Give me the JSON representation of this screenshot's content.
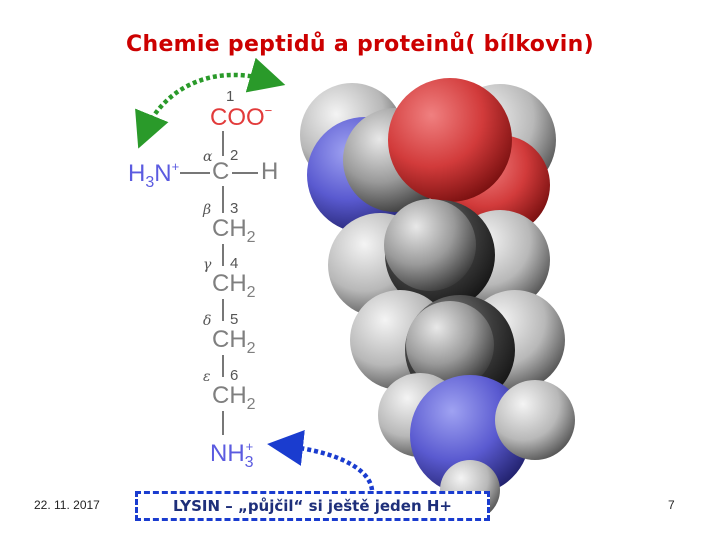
{
  "title": "Chemie peptidů a proteinů( bílkovin)",
  "footer": {
    "date": "22. 11. 2017",
    "page_number": "7"
  },
  "caption": "LYSIN – „půjčil“ si ještě jeden H+",
  "formula": {
    "carboxyl": "COO",
    "carboxyl_charge": "−",
    "amine_h": "H",
    "amine_sub": "3",
    "amine_n": "N",
    "amine_charge": "+",
    "alpha_c": "C",
    "alpha_h": "H",
    "ch": "CH",
    "ch_sub": "2",
    "terminal_nh": "NH",
    "terminal_sub": "3",
    "terminal_charge": "+",
    "numbers": [
      "1",
      "2",
      "3",
      "4",
      "5",
      "6"
    ],
    "greek": [
      "α",
      "β",
      "γ",
      "δ",
      "ε"
    ]
  },
  "colors": {
    "title": "#cc0000",
    "oxygen": "#e23b3b",
    "nitrogen": "#5b5be0",
    "arrow": "#2a9a2a",
    "caption_border": "#1a3ccf"
  },
  "icons": [
    "green-double-arrow-icon",
    "blue-dotted-arrow-icon",
    "space-filling-molecule-model"
  ]
}
